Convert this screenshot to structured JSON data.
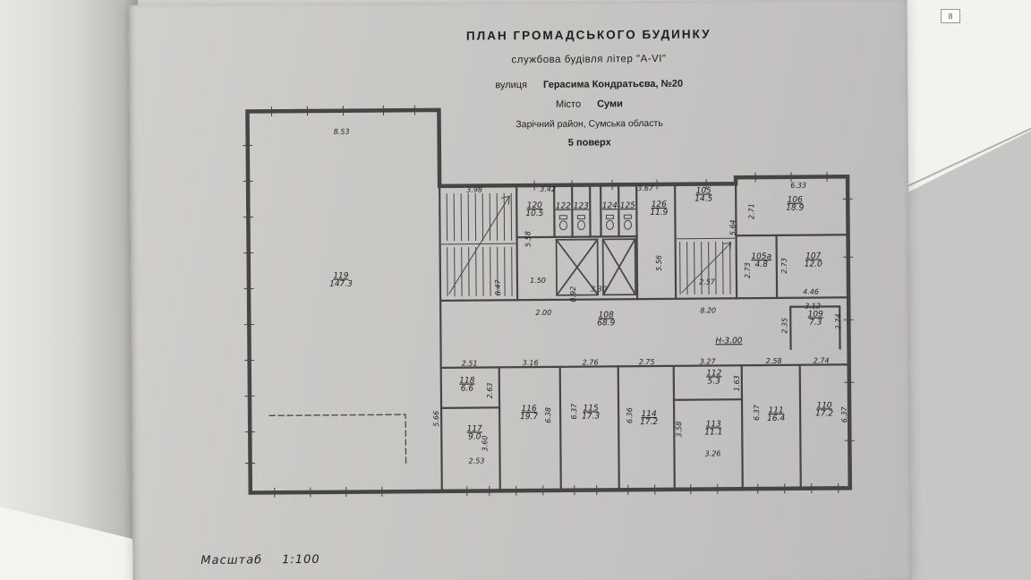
{
  "photo": {
    "corner_sheet_number": "8"
  },
  "title_block": {
    "line1": "ПЛАН  ГРОМАДСЬКОГО  БУДИНКУ",
    "line2": "службова будівля літер \"А-VI\"",
    "street_label": "вулиця",
    "street_value": "Герасима Кондратьєва, №20",
    "city_label": "Місто",
    "city_value": "Суми",
    "district": "Зарічний район, Сумська область",
    "floor": "5 поверх"
  },
  "scale": {
    "label": "Масштаб",
    "value": "1:100"
  },
  "height_mark": "Н-3.00",
  "rooms": [
    {
      "number": "119",
      "area": "147.3"
    },
    {
      "number": "120",
      "area": "10.5"
    },
    {
      "number": "122",
      "area": ""
    },
    {
      "number": "123",
      "area": ""
    },
    {
      "number": "124",
      "area": ""
    },
    {
      "number": "125",
      "area": ""
    },
    {
      "number": "126",
      "area": "11.9"
    },
    {
      "number": "105",
      "area": "14.5"
    },
    {
      "number": "106",
      "area": "18.9"
    },
    {
      "number": "105а",
      "area": "4.8"
    },
    {
      "number": "107",
      "area": "12.0"
    },
    {
      "number": "109",
      "area": "7.3"
    },
    {
      "number": "108",
      "area": "68.9"
    },
    {
      "number": "118",
      "area": "6.6"
    },
    {
      "number": "117",
      "area": "9.0"
    },
    {
      "number": "116",
      "area": "19.7"
    },
    {
      "number": "115",
      "area": "17.3"
    },
    {
      "number": "114",
      "area": "17.2"
    },
    {
      "number": "112",
      "area": "5.3"
    },
    {
      "number": "113",
      "area": "11.1"
    },
    {
      "number": "111",
      "area": "16.4"
    },
    {
      "number": "110",
      "area": "17.2"
    }
  ],
  "dims": [
    "8.53",
    "3.98",
    "3.42",
    "3.67",
    "6.33",
    "2.71",
    "5.58",
    "8.47",
    "1.50",
    "0.92",
    "3.30",
    "5.56",
    "5.64",
    "2.57",
    "2.73",
    "2.73",
    "4.46",
    "3.12",
    "2.74",
    "2.35",
    "8.20",
    "2.00",
    "2.51",
    "2.63",
    "3.16",
    "2.76",
    "2.75",
    "3.27",
    "1.63",
    "2.58",
    "2.74",
    "6.38",
    "6.37",
    "6.36",
    "3.58",
    "6.37",
    "6.37",
    "3.60",
    "5.66",
    "2.53",
    "3.26"
  ]
}
